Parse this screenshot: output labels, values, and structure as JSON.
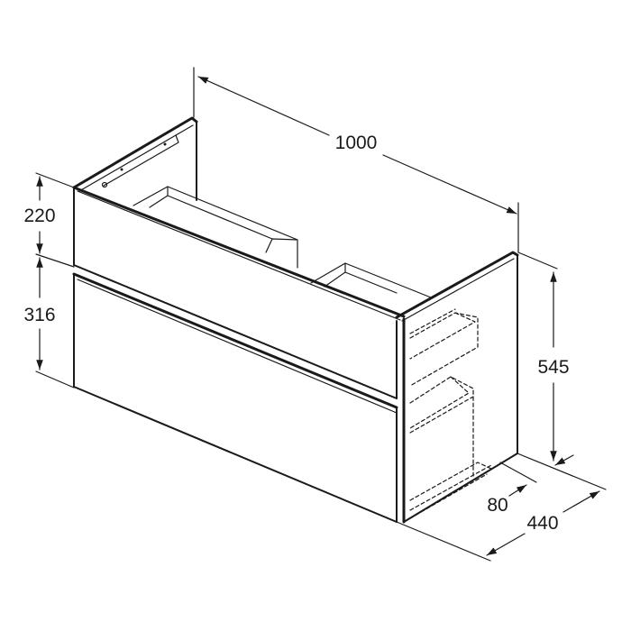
{
  "drawing": {
    "subject": "Two-drawer wall-hung vanity unit",
    "units": "mm",
    "line_color": "#1a1a1a",
    "background": "#ffffff"
  },
  "dimensions": {
    "width": "1000",
    "depth": "440",
    "height": "545",
    "top_drawer_height": "220",
    "bottom_drawer_height": "316",
    "side_offset": "80"
  }
}
